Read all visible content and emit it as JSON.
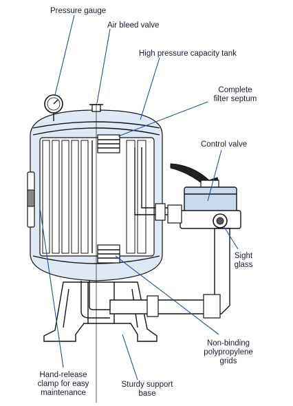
{
  "diagram": {
    "labels": {
      "pressure_gauge": [
        "Pressure gauge"
      ],
      "air_bleed_valve": [
        "Air bleed valve"
      ],
      "high_pressure_tank": [
        "High pressure capacity tank"
      ],
      "filter_septum": [
        "Complete",
        "filter septum"
      ],
      "control_valve": [
        "Control valve"
      ],
      "sight_glass": [
        "Sight",
        "glass"
      ],
      "grids": [
        "Non-binding",
        "polypropylene",
        "grids"
      ],
      "clamp": [
        "Hand-release",
        "clamp for easy",
        "maintenance"
      ],
      "support_base": [
        "Sturdy support",
        "base"
      ]
    },
    "colors": {
      "leader": "#1f4e9e",
      "tank_fill": "#dfe9f5",
      "valve_fill": "#c9d9ee",
      "ink": "#111111"
    }
  }
}
